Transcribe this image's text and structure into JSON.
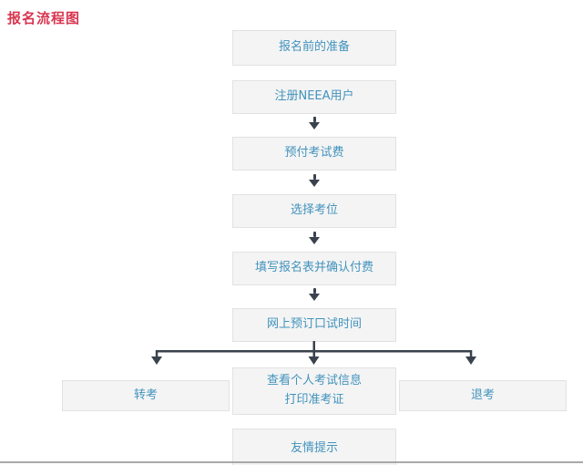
{
  "page": {
    "title": "报名流程图"
  },
  "colors": {
    "title-color": "#d8354f",
    "box-bg": "#f4f4f4",
    "box-border": "#e2e2e2",
    "box-text": "#4293bd",
    "arrow": "#39424d",
    "bottom-line": "#9a9a9a",
    "page-bg": "#ffffff"
  },
  "flow": {
    "steps": [
      {
        "label": "报名前的准备"
      },
      {
        "label": "注册NEEA用户"
      },
      {
        "label": "预付考试费"
      },
      {
        "label": "选择考位"
      },
      {
        "label": "填写报名表并确认付费"
      },
      {
        "label": "网上预订口试时间"
      }
    ],
    "branches": {
      "left": {
        "label": "转考"
      },
      "center": {
        "line1": "查看个人考试信息",
        "line2": "打印准考证"
      },
      "right": {
        "label": "退考"
      }
    },
    "footer": {
      "label": "友情提示"
    }
  }
}
